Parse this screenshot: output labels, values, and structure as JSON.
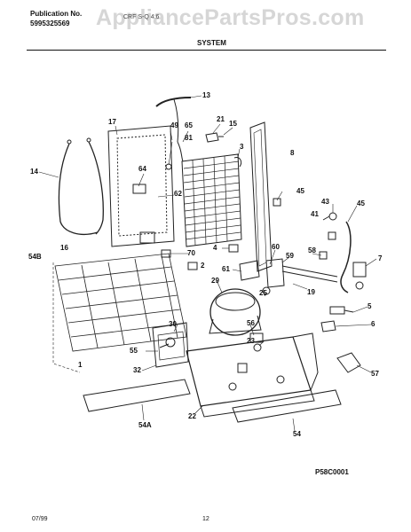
{
  "header": {
    "publication_label": "Publication No.",
    "publication_number": "5995325569",
    "model_code": "CRF S-Q 4.6",
    "watermark": "AppliancePartsPros.com"
  },
  "section_title": "SYSTEM",
  "part_labels": [
    {
      "id": "13",
      "text": "13"
    },
    {
      "id": "17",
      "text": "17"
    },
    {
      "id": "49",
      "text": "49"
    },
    {
      "id": "65",
      "text": "65"
    },
    {
      "id": "21",
      "text": "21"
    },
    {
      "id": "15",
      "text": "15"
    },
    {
      "id": "81",
      "text": "81"
    },
    {
      "id": "3",
      "text": "3"
    },
    {
      "id": "8",
      "text": "8"
    },
    {
      "id": "14",
      "text": "14"
    },
    {
      "id": "64",
      "text": "64"
    },
    {
      "id": "62",
      "text": "62"
    },
    {
      "id": "45a",
      "text": "45"
    },
    {
      "id": "43",
      "text": "43"
    },
    {
      "id": "45b",
      "text": "45"
    },
    {
      "id": "41",
      "text": "41"
    },
    {
      "id": "16",
      "text": "16"
    },
    {
      "id": "4",
      "text": "4"
    },
    {
      "id": "60",
      "text": "60"
    },
    {
      "id": "59",
      "text": "59"
    },
    {
      "id": "54B",
      "text": "54B"
    },
    {
      "id": "70",
      "text": "70"
    },
    {
      "id": "2",
      "text": "2"
    },
    {
      "id": "61",
      "text": "61"
    },
    {
      "id": "58",
      "text": "58"
    },
    {
      "id": "7",
      "text": "7"
    },
    {
      "id": "29",
      "text": "29"
    },
    {
      "id": "19",
      "text": "19"
    },
    {
      "id": "25",
      "text": "25"
    },
    {
      "id": "5",
      "text": "5"
    },
    {
      "id": "56",
      "text": "56"
    },
    {
      "id": "6",
      "text": "6"
    },
    {
      "id": "30",
      "text": "30"
    },
    {
      "id": "23",
      "text": "23"
    },
    {
      "id": "55",
      "text": "55"
    },
    {
      "id": "1",
      "text": "1"
    },
    {
      "id": "57",
      "text": "57"
    },
    {
      "id": "32",
      "text": "32"
    },
    {
      "id": "22",
      "text": "22"
    },
    {
      "id": "54A",
      "text": "54A"
    },
    {
      "id": "54",
      "text": "54"
    }
  ],
  "drawing_code": "P58C0001",
  "footer": {
    "date": "07/99",
    "page": "12"
  }
}
